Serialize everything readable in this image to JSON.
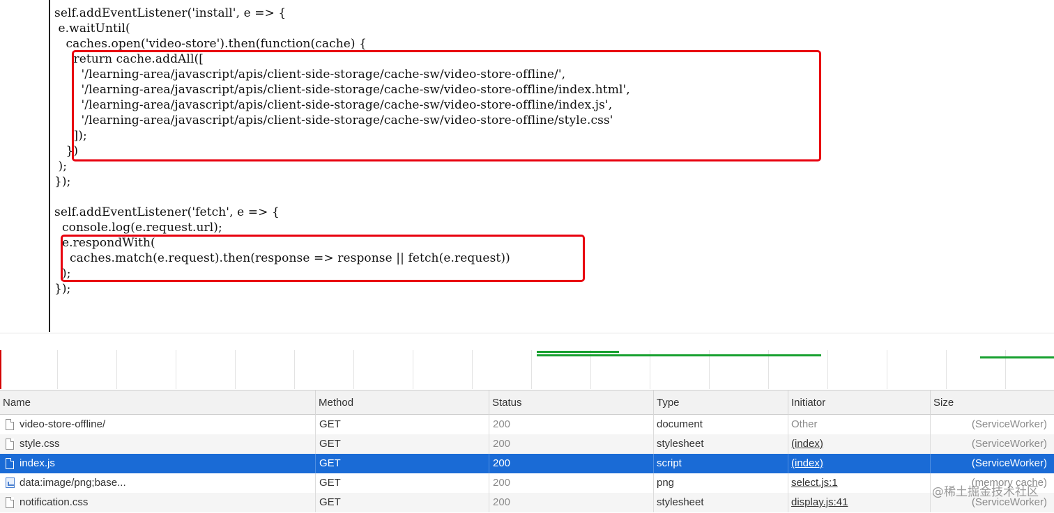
{
  "code": {
    "lines": [
      "self.addEventListener('install', e => {",
      " e.waitUntil(",
      "   caches.open('video-store').then(function(cache) {",
      "     return cache.addAll([",
      "       '/learning-area/javascript/apis/client-side-storage/cache-sw/video-store-offline/',",
      "       '/learning-area/javascript/apis/client-side-storage/cache-sw/video-store-offline/index.html',",
      "       '/learning-area/javascript/apis/client-side-storage/cache-sw/video-store-offline/index.js',",
      "       '/learning-area/javascript/apis/client-side-storage/cache-sw/video-store-offline/style.css'",
      "     ]);",
      "   })",
      " );",
      "});",
      "",
      "self.addEventListener('fetch', e => {",
      "  console.log(e.request.url);",
      "  e.respondWith(",
      "    caches.match(e.request).then(response => response || fetch(e.request))",
      "  );",
      "});"
    ]
  },
  "network": {
    "columns": {
      "name": "Name",
      "method": "Method",
      "status": "Status",
      "type": "Type",
      "initiator": "Initiator",
      "size": "Size"
    },
    "rows": [
      {
        "name": "video-store-offline/",
        "method": "GET",
        "status": "200",
        "type": "document",
        "initiator": "Other",
        "size": "(ServiceWorker)",
        "icon": "file-icon"
      },
      {
        "name": "style.css",
        "method": "GET",
        "status": "200",
        "type": "stylesheet",
        "initiator": "(index)",
        "size": "(ServiceWorker)",
        "icon": "file-icon"
      },
      {
        "name": "index.js",
        "method": "GET",
        "status": "200",
        "type": "script",
        "initiator": "(index)",
        "size": "(ServiceWorker)",
        "icon": "file-icon",
        "selected": true
      },
      {
        "name": "data:image/png;base...",
        "method": "GET",
        "status": "200",
        "type": "png",
        "initiator": "select.js:1",
        "size": "(memory cache)",
        "icon": "image-icon"
      },
      {
        "name": "notification.css",
        "method": "GET",
        "status": "200",
        "type": "stylesheet",
        "initiator": "display.js:41",
        "size": "(ServiceWorker)",
        "icon": "file-icon"
      }
    ]
  },
  "colors": {
    "highlight_box": "#e8000e",
    "selected_row": "#1a6bd6",
    "waterfall_bar": "#17a02f"
  },
  "watermark": "@稀土掘金技术社区"
}
